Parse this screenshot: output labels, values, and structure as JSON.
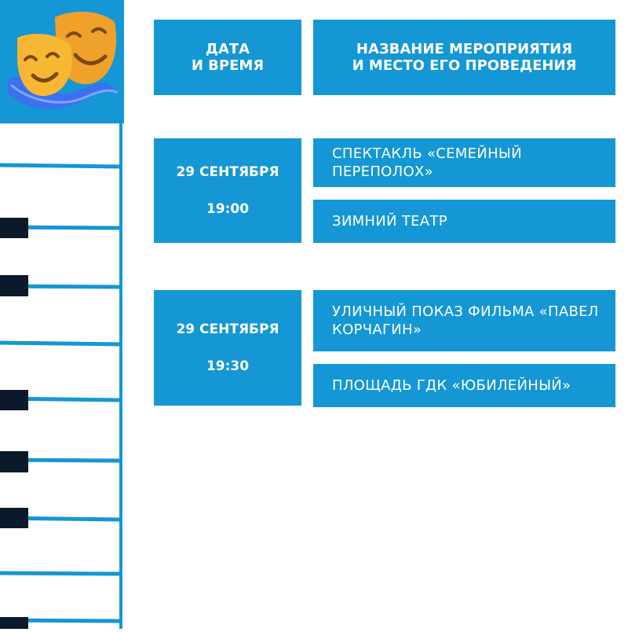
{
  "header": {
    "date_label": "ДАТА\nИ ВРЕМЯ",
    "event_label": "НАЗВАНИЕ МЕРОПРИЯТИЯ\nИ МЕСТО ЕГО ПРОВЕДЕНИЯ"
  },
  "events": [
    {
      "date": "29 СЕНТЯБРЯ",
      "time": "19:00",
      "title": "СПЕКТАКЛЬ «СЕМЕЙНЫЙ ПЕРЕПОЛОХ»",
      "place": "ЗИМНИЙ ТЕАТР"
    },
    {
      "date": "29 СЕНТЯБРЯ",
      "time": "19:30",
      "title": "УЛИЧНЫЙ ПОКАЗ ФИЛЬМА «ПАВЕЛ КОРЧАГИН»",
      "place": "ПЛОЩАДЬ ГДК «ЮБИЛЕЙНЫЙ»"
    }
  ],
  "icons": {
    "logo": "theatre-masks-icon",
    "decor": "piano-keys-decoration"
  },
  "colors": {
    "accent": "#1497d4",
    "ribbon": "#3d6ff0",
    "mask": "#f5a623",
    "black_key": "#0b1a2b",
    "text_on_accent": "#ffffff"
  }
}
